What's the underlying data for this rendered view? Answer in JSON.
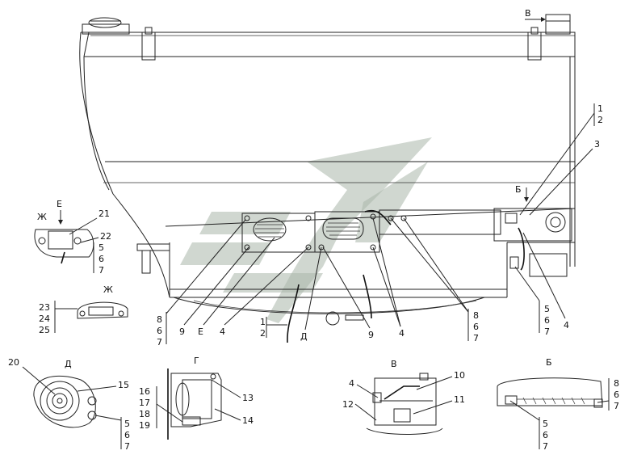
{
  "diagram": {
    "views": [
      {
        "id": "E_view_title",
        "text": "Е"
      },
      {
        "id": "Zh_view_title",
        "text": "Ж"
      },
      {
        "id": "D_view_title",
        "text": "Д"
      },
      {
        "id": "G_view_title",
        "text": "Г"
      },
      {
        "id": "V_view_title",
        "text": "В"
      },
      {
        "id": "B_view_title",
        "text": "Б"
      }
    ],
    "main_markers": {
      "V": "В",
      "B": "Б",
      "E": "Е",
      "Zh": "Ж",
      "D": "Д"
    },
    "callouts": {
      "c1": "1",
      "c2": "2",
      "c3": "3",
      "c4": "4",
      "c5": "5",
      "c6": "6",
      "c7": "7",
      "c8": "8",
      "c9": "9",
      "c10": "10",
      "c11": "11",
      "c12": "12",
      "c13": "13",
      "c14": "14",
      "c15": "15",
      "c16": "16",
      "c17": "17",
      "c18": "18",
      "c19": "19",
      "c20": "20",
      "c21": "21",
      "c22": "22",
      "c23": "23",
      "c24": "24",
      "c25": "25"
    }
  }
}
